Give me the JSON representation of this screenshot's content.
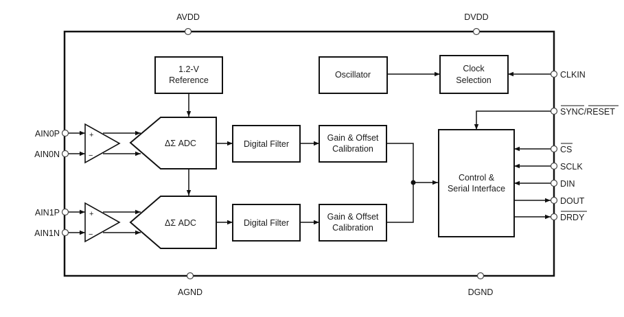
{
  "diagram": {
    "title": "ADC Functional Block Diagram",
    "power_pins": {
      "avdd": "AVDD",
      "dvdd": "DVDD",
      "agnd": "AGND",
      "dgnd": "DGND"
    },
    "analog_inputs": [
      {
        "label": "AIN0P",
        "polarity": "+"
      },
      {
        "label": "AIN0N",
        "polarity": "−"
      },
      {
        "label": "AIN1P",
        "polarity": "+"
      },
      {
        "label": "AIN1N",
        "polarity": "−"
      }
    ],
    "blocks": {
      "reference": {
        "line1": "1.2-V",
        "line2": "Reference"
      },
      "oscillator": {
        "label": "Oscillator"
      },
      "clock_selection": {
        "line1": "Clock",
        "line2": "Selection"
      },
      "adc0": {
        "label": "ΔΣ ADC"
      },
      "adc1": {
        "label": "ΔΣ ADC"
      },
      "filter0": {
        "label": "Digital Filter"
      },
      "filter1": {
        "label": "Digital Filter"
      },
      "cal0": {
        "line1": "Gain & Offset",
        "line2": "Calibration"
      },
      "cal1": {
        "line1": "Gain & Offset",
        "line2": "Calibration"
      },
      "control": {
        "line1": "Control &",
        "line2": "Serial Interface"
      }
    },
    "digital_pins": [
      {
        "label": "CLKIN",
        "direction": "in",
        "overbar": false
      },
      {
        "label": "SYNC/RESET",
        "part1": "SYNC",
        "sep": "/",
        "part2": "RESET",
        "direction": "in",
        "overbar": true
      },
      {
        "label": "CS",
        "direction": "in",
        "overbar": true
      },
      {
        "label": "SCLK",
        "direction": "in",
        "overbar": false
      },
      {
        "label": "DIN",
        "direction": "in",
        "overbar": false
      },
      {
        "label": "DOUT",
        "direction": "out",
        "overbar": false
      },
      {
        "label": "DRDY",
        "direction": "out",
        "overbar": true
      }
    ]
  }
}
